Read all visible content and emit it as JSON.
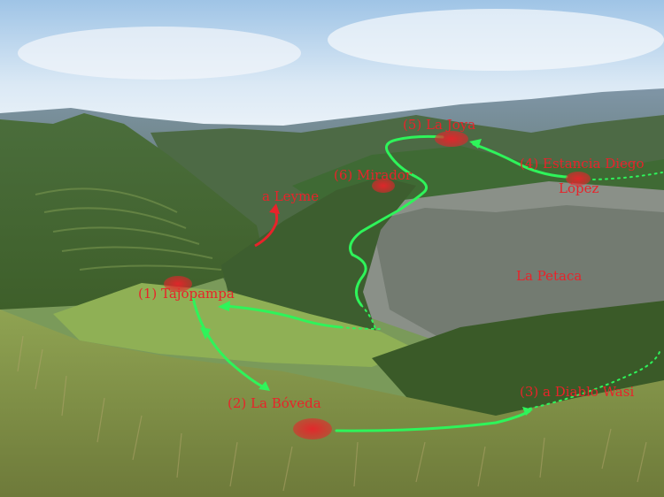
{
  "labels": {
    "p1": "(1) Tajopampa",
    "p2": "(2) La Bóveda",
    "p3": "(3) a Diablo Wasi",
    "p4_line1": "(4) Estancia Diego",
    "p4_line2": "López",
    "p5": "(5) La Joya",
    "p6": "(6) Mirador",
    "leyme": "a Leyme",
    "petaca": "La Petaca"
  },
  "colors": {
    "route": "#2ef45a",
    "label": "#e8232a",
    "marker": "#e8232a"
  }
}
